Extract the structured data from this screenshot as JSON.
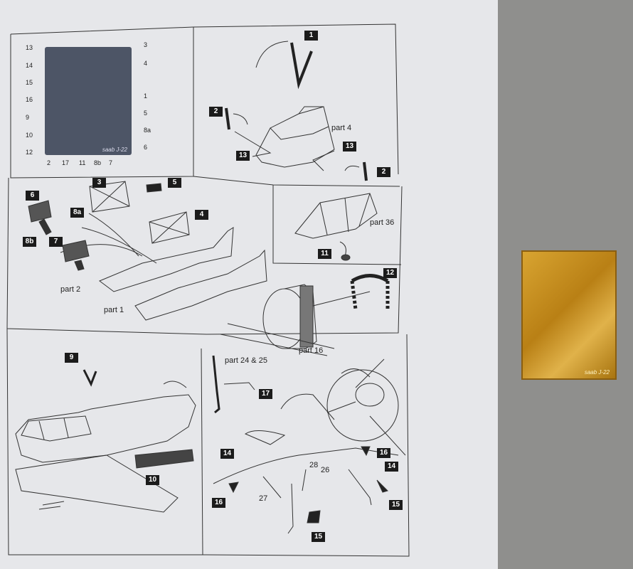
{
  "fret_labels_left": [
    "13",
    "14",
    "15",
    "16",
    "9",
    "10",
    "12"
  ],
  "fret_labels_right": [
    "3",
    "4",
    "1",
    "5",
    "8a",
    "6"
  ],
  "fret_labels_bottom": [
    "2",
    "17",
    "11",
    "8b",
    "7"
  ],
  "fret_maker": "saab J-22",
  "brass_maker": "saab J-22",
  "steps": {
    "s1": "1",
    "s2a": "2",
    "s2b": "2",
    "s13a": "13",
    "s13b": "13",
    "s3": "3",
    "s5": "5",
    "s4": "4",
    "s6": "6",
    "s7": "7",
    "s8a": "8a",
    "s8b": "8b",
    "s11": "11",
    "s12": "12",
    "s9": "9",
    "s10": "10",
    "s17": "17",
    "s14a": "14",
    "s14b": "14",
    "s16a": "16",
    "s16b": "16",
    "s15a": "15",
    "s15b": "15"
  },
  "parts": {
    "part4": "part 4",
    "part36": "part 36",
    "part2": "part 2",
    "part1": "part 1",
    "part16": "part 16",
    "part2425": "part 24 & 25",
    "n27": "27",
    "n28": "28",
    "n26": "26"
  }
}
